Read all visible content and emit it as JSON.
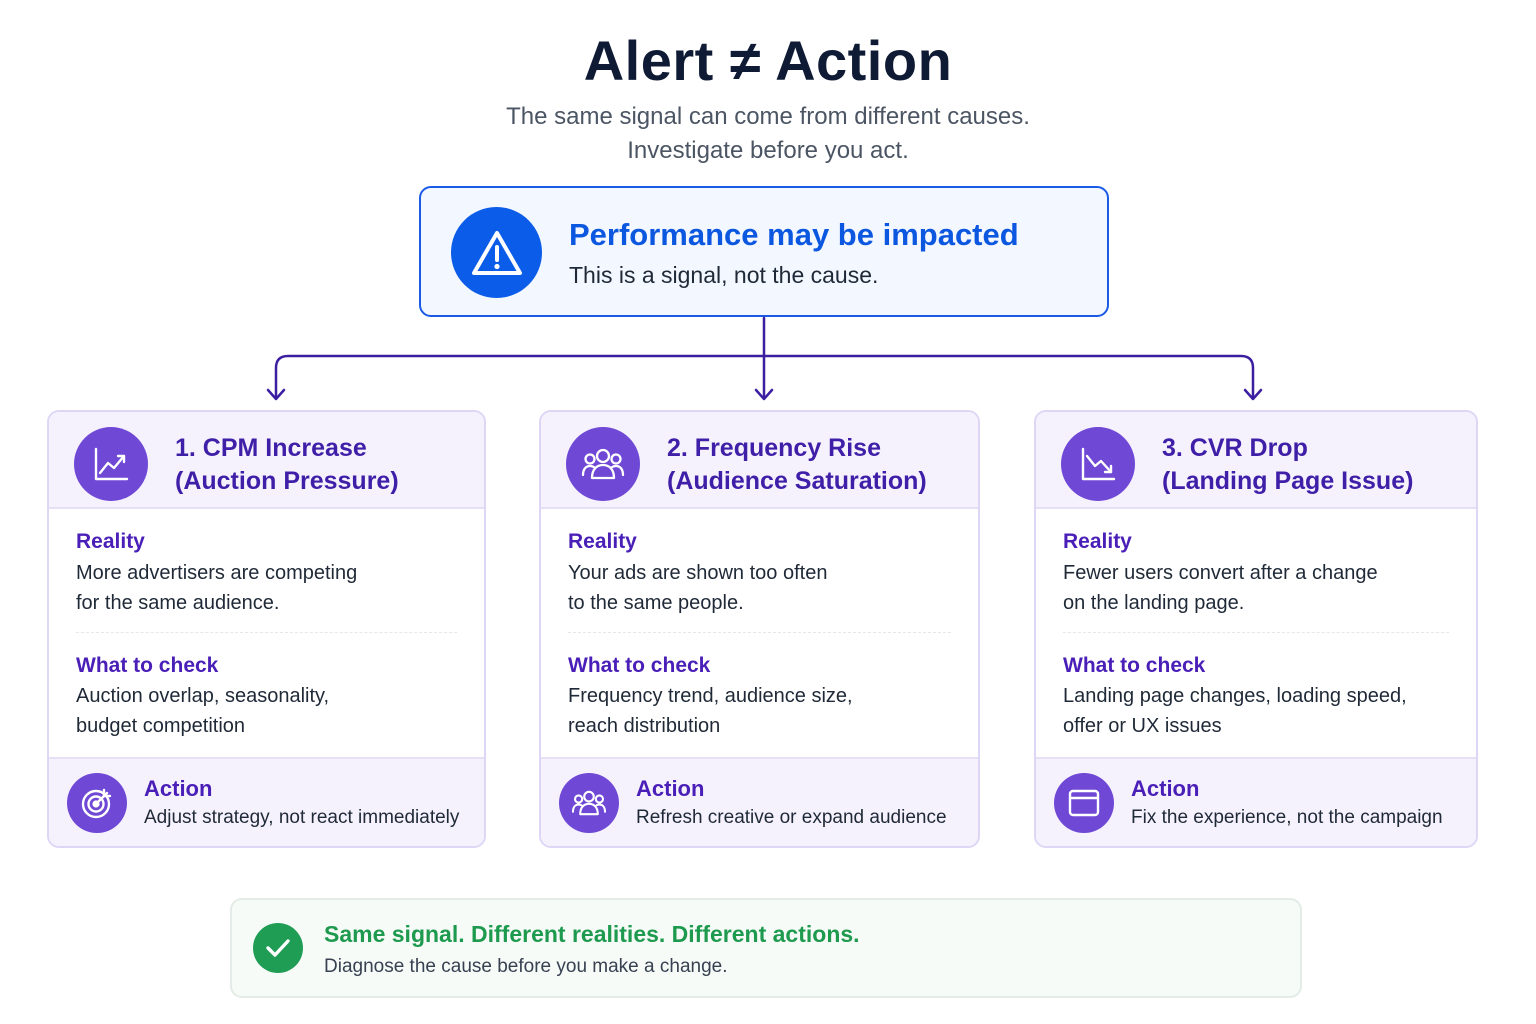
{
  "header": {
    "title": "Alert ≠ Action",
    "subtitle_line1": "The same signal can come from different causes.",
    "subtitle_line2": "Investigate before you act."
  },
  "alert": {
    "icon": "warning-triangle-icon",
    "title": "Performance may be impacted",
    "subtitle": "This is a signal, not the cause."
  },
  "cards": [
    {
      "icon": "trend-up-chart-icon",
      "title_line1": "1. CPM Increase",
      "title_line2": "(Auction Pressure)",
      "reality_label": "Reality",
      "reality_line1": "More advertisers are competing",
      "reality_line2": "for the same audience.",
      "check_label": "What to check",
      "check_line1": "Auction overlap, seasonality,",
      "check_line2": "budget competition",
      "action_icon": "target-icon",
      "action_label": "Action",
      "action_text": "Adjust strategy, not react immediately"
    },
    {
      "icon": "users-group-icon",
      "title_line1": "2. Frequency Rise",
      "title_line2": "(Audience Saturation)",
      "reality_label": "Reality",
      "reality_line1": "Your ads are shown too often",
      "reality_line2": "to the same people.",
      "check_label": "What to check",
      "check_line1": "Frequency trend, audience size,",
      "check_line2": "reach distribution",
      "action_icon": "users-group-icon",
      "action_label": "Action",
      "action_text": "Refresh creative or expand audience"
    },
    {
      "icon": "trend-down-chart-icon",
      "title_line1": "3. CVR Drop",
      "title_line2": "(Landing Page Issue)",
      "reality_label": "Reality",
      "reality_line1": "Fewer users convert after a change",
      "reality_line2": "on the landing page.",
      "check_label": "What to check",
      "check_line1": "Landing page changes, loading speed,",
      "check_line2": "offer or UX issues",
      "action_icon": "browser-window-icon",
      "action_label": "Action",
      "action_text": "Fix the experience, not the campaign"
    }
  ],
  "summary": {
    "icon": "checkmark-icon",
    "title": "Same signal. Different realities. Different actions.",
    "subtitle": "Diagnose the cause before you make a change."
  },
  "colors": {
    "alert_blue": "#0b5ce8",
    "card_purple": "#6f48d6",
    "connector_purple": "#3b1fa0",
    "success_green": "#1f9d55"
  }
}
